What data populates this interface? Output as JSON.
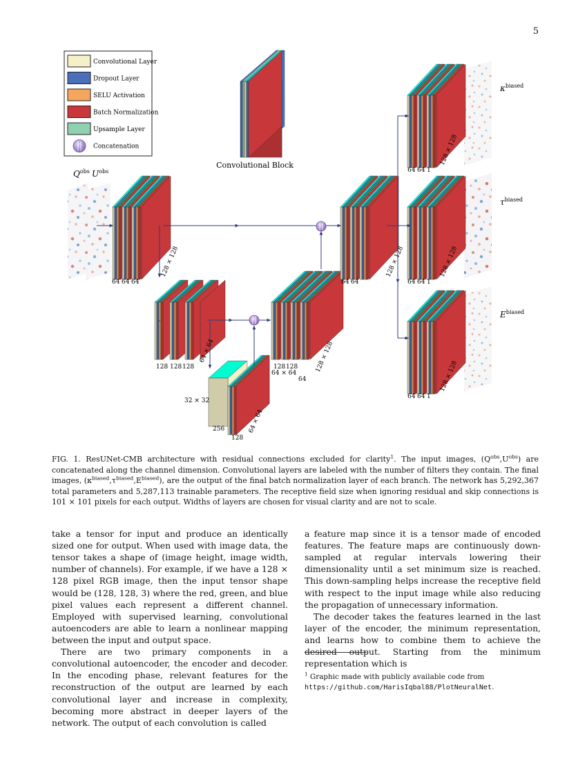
{
  "page": {
    "number": "5"
  },
  "figure": {
    "legend": [
      {
        "label": "Convolutional Layer",
        "color": "#f5f0c8"
      },
      {
        "label": "Dropout Layer",
        "color": "#4a6fbb"
      },
      {
        "label": "SELU Activation",
        "color": "#f5a55c"
      },
      {
        "label": "Batch Normalization",
        "color": "#c8383a"
      },
      {
        "label": "Upsample Layer",
        "color": "#8fd0b0"
      },
      {
        "label": "Concatenation",
        "color": "#9b7fc8"
      }
    ],
    "block_title": "Convolutional Block",
    "inputs": {
      "q": "Q",
      "u": "U",
      "sup": "obs"
    },
    "outputs": [
      {
        "symbol": "κ",
        "sup": "biased"
      },
      {
        "symbol": "τ",
        "sup": "biased"
      },
      {
        "symbol": "E",
        "sup": "biased"
      }
    ],
    "labels": {
      "enc1_filters": [
        "64",
        "64",
        "64"
      ],
      "enc1_size": "128 × 128",
      "enc2_filters": [
        "128",
        "128",
        "128"
      ],
      "enc2_size": "64 × 64",
      "bottleneck_size": "32 × 32",
      "bottleneck_256": "256",
      "bottleneck_128": "128",
      "bottleneck_out_size": "64 × 64",
      "dec1_a": "128",
      "dec1_b": "128",
      "dec1_c": "64 × 64",
      "dec1_d": "64",
      "dec1_size": "128 × 128",
      "dec2_filters": [
        "64",
        "64"
      ],
      "dec2_size": "128 × 128",
      "branch_filters": [
        "64",
        "64",
        "1"
      ],
      "branch_size": "128 × 128"
    }
  },
  "caption": {
    "prefix": "FIG. 1.",
    "text1": " ResUNet-CMB architecture with residual connections excluded for clarity",
    "fn_mark": "1",
    "text2": ". The input images, (Q",
    "obs": "obs",
    "comma": ",U",
    "obs2": "obs",
    "text3": ") are concatenated along the channel dimension. Convolutional layers are labeled with the number of filters they contain. The final images, (κ",
    "biased1": "biased",
    "text4": ",τ",
    "biased2": "biased",
    "text5": ",E",
    "biased3": "biased",
    "text6": "), are the output of the final batch normalization layer of each branch. The network has 5,292,367 total parameters and 5,287,113 trainable parameters. The receptive field size when ignoring residual and skip connections is 101 × 101 pixels for each output. Widths of layers are chosen for visual clarity and are not to scale."
  },
  "body": {
    "left_p1": "take a tensor for input and produce an identically sized one for output. When used with image data, the tensor takes a shape of (image height, image width, number of channels). For example, if we have a 128 × 128 pixel RGB image, then the input tensor shape would be (128, 128, 3) where the red, green, and blue pixel values each represent a different channel. Employed with supervised learning, convolutional autoencoders are able to learn a nonlinear mapping between the input and output space.",
    "left_p2": "There are two primary components in a convolutional autoencoder, the encoder and decoder. In the encoding phase, relevant features for the reconstruction of the output are learned by each convolutional layer and increase in complexity, becoming more abstract in deeper layers of the network. The output of each convolution is called",
    "right_p1": "a feature map since it is a tensor made of encoded features. The feature maps are continuously down-sampled at regular intervals lowering their dimensionality until a set minimum size is reached. This down-sampling helps increase the receptive field with respect to the input image while also reducing the propagation of unnecessary information.",
    "right_p2": "The decoder takes the features learned in the last layer of the encoder, the minimum representation, and learns how to combine them to achieve the desired output. Starting from the minimum representation which is"
  },
  "footnote": {
    "mark": "1",
    "text": " Graphic made with publicly available code from ",
    "url": "https://github.com/HarisIqbal88/PlotNeuralNet",
    "end": "."
  }
}
